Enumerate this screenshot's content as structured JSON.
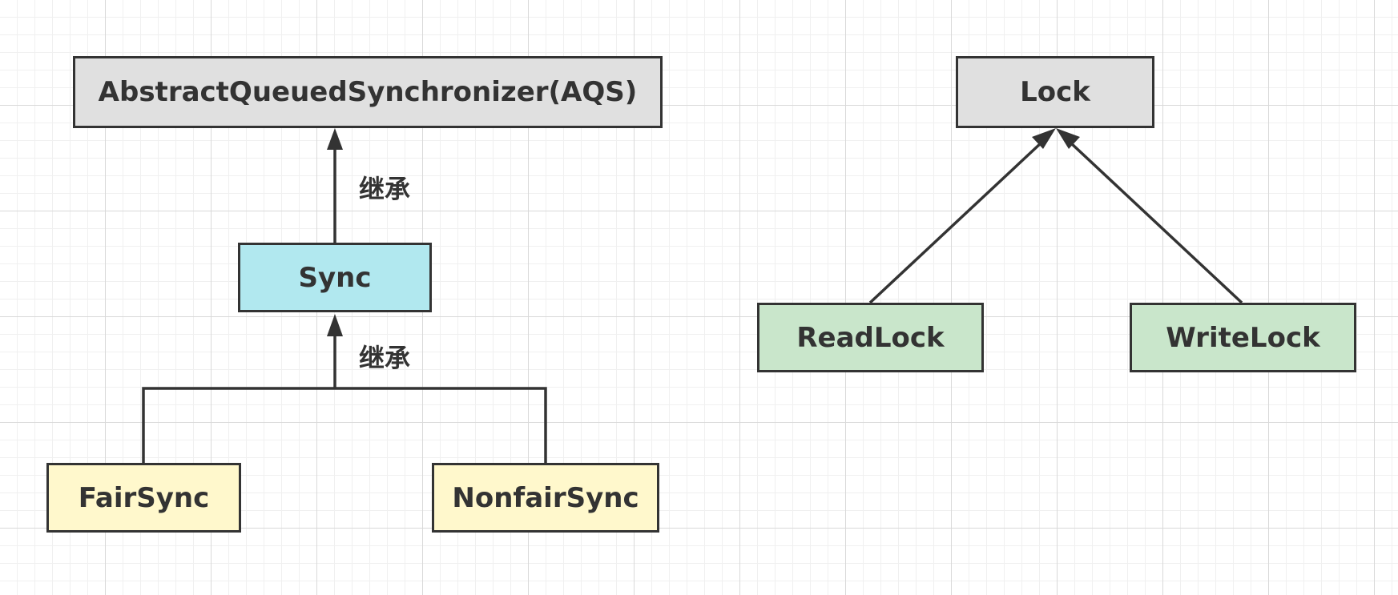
{
  "left_diagram": {
    "root": "AbstractQueuedSynchronizer(AQS)",
    "middle": "Sync",
    "children": [
      "FairSync",
      "NonfairSync"
    ],
    "edge_labels": [
      "继承",
      "继承"
    ]
  },
  "right_diagram": {
    "root": "Lock",
    "children": [
      "ReadLock",
      "WriteLock"
    ]
  },
  "colors": {
    "gray_box": "#e0e0e0",
    "cyan_box": "#b1e8ef",
    "yellow_box": "#fff8cc",
    "green_box": "#c9e6cb",
    "stroke": "#333333"
  }
}
